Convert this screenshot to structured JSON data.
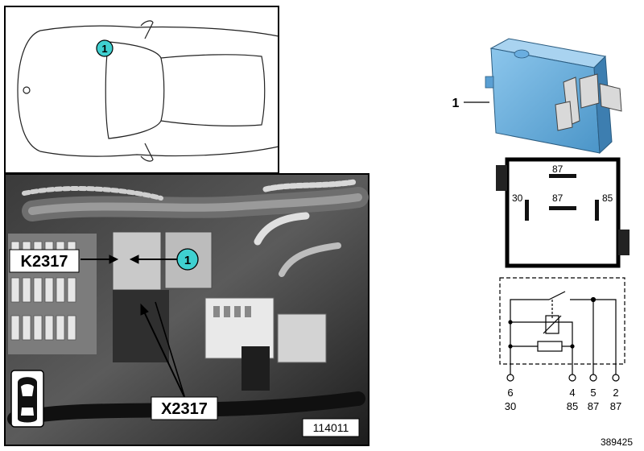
{
  "locator": {
    "callout": "1"
  },
  "photo": {
    "relay_label": "K2317",
    "connector_label": "X2317",
    "callout": "1",
    "ref_number": "114011"
  },
  "part": {
    "callout": "1"
  },
  "pinout": {
    "top_pin": "87",
    "left_pin": "30",
    "center_pin": "87",
    "right_pin": "85"
  },
  "schematic": {
    "pins": [
      {
        "number": "6",
        "terminal": "30"
      },
      {
        "number": "4",
        "terminal": "85"
      },
      {
        "number": "5",
        "terminal": "87"
      },
      {
        "number": "2",
        "terminal": "87"
      }
    ]
  },
  "footer": {
    "diagram_number": "389425"
  },
  "colors": {
    "callout_fill": "#3fd0d0",
    "relay_blue": "#5fa8d8",
    "photo_dark": "#2a2a2a"
  }
}
